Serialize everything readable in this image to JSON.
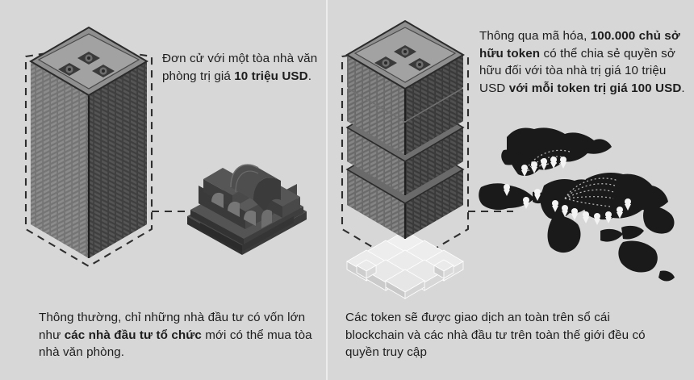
{
  "background_color": "#d7d7d7",
  "text_color": "#1d1d1d",
  "divider_color": "#ececec",
  "panels": {
    "left": {
      "top_caption": {
        "segments": [
          {
            "text": "Đơn cử với một tòa nhà văn phòng trị giá ",
            "bold": false
          },
          {
            "text": "10 triệu USD",
            "bold": true
          },
          {
            "text": ".",
            "bold": false
          }
        ]
      },
      "bottom_caption": {
        "segments": [
          {
            "text": "Thông thường, chỉ những nhà đầu tư có vốn lớn như ",
            "bold": false
          },
          {
            "text": "các nhà đầu tư tổ chức",
            "bold": true
          },
          {
            "text": " mới có thể mua tòa nhà văn phòng.",
            "bold": false
          }
        ]
      },
      "illustrations": [
        {
          "name": "office-tower",
          "type": "isometric-skyscraper",
          "rooftop_units": 3,
          "dashed_outline": true
        },
        {
          "name": "institution-building",
          "type": "isometric-classical-bank",
          "arches": 4,
          "barrel_vault": true
        }
      ],
      "connector": "dashed-line"
    },
    "right": {
      "top_caption": {
        "segments": [
          {
            "text": "Thông qua mã hóa, ",
            "bold": false
          },
          {
            "text": "100.000 chủ sở hữu token",
            "bold": true
          },
          {
            "text": " có thể chia sẻ quyền sở hữu đối với tòa nhà trị giá 10 triệu USD ",
            "bold": false
          },
          {
            "text": "với mỗi token trị giá 100 USD",
            "bold": true
          },
          {
            "text": ".",
            "bold": false
          }
        ]
      },
      "bottom_caption": {
        "segments": [
          {
            "text": "Các token sẽ được giao dịch an toàn trên sổ cái blockchain và các nhà đầu tư trên toàn thế giới đều có quyền truy cập",
            "bold": false
          }
        ]
      },
      "illustrations": [
        {
          "name": "tokenized-tower",
          "type": "isometric-skyscraper-sliced",
          "slabs": 4,
          "rooftop_units": 3,
          "dashed_outline": true
        },
        {
          "name": "token-cube-grid",
          "type": "isometric-cube-field",
          "columns": 6,
          "rows": 6
        },
        {
          "name": "world-map",
          "type": "silhouette-map-with-pins",
          "pins": 16,
          "dotted_arcs": true
        }
      ],
      "connector": "dashed-line"
    }
  },
  "palette": {
    "tower_top_face": "#9a9a9a",
    "tower_left_face": "#6f6f6f",
    "tower_right_face": "#4a4a4a",
    "tower_outline": "#2b2b2b",
    "bank_body": "#3f3f3f",
    "cube_light": "#f0f0f0",
    "cube_shade": "#cfcfcf",
    "map_land": "#1a1a1a",
    "pin_fill": "#f4f4f4",
    "dash_color": "#333333"
  }
}
